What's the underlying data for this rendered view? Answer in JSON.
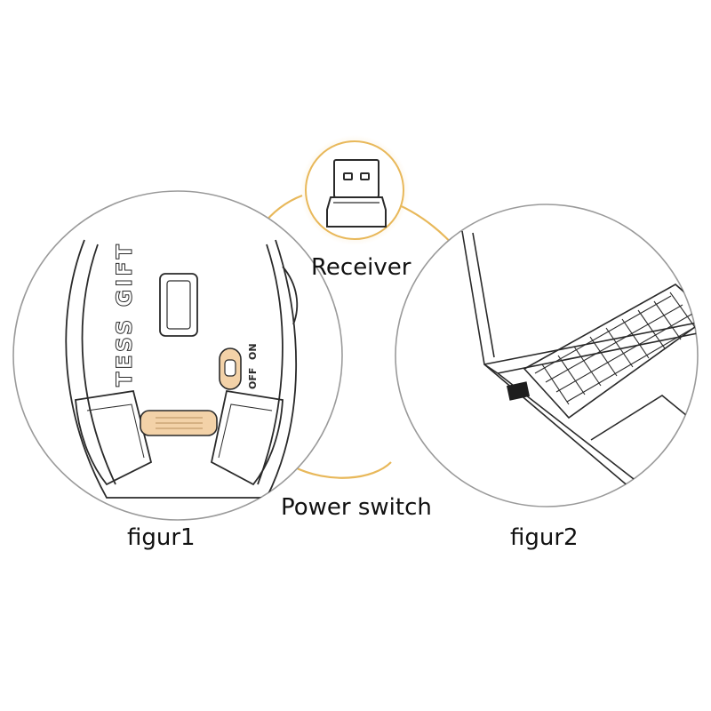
{
  "labels": {
    "receiver": "Receiver",
    "power_switch": "Power switch",
    "figure1": "figur1",
    "figure2": "figur2"
  },
  "mouse": {
    "brand": "TESS GIFT",
    "switch_off": "OFF",
    "switch_on": "ON"
  },
  "colors": {
    "accent": "#E8B85A",
    "line": "#2A2A2A",
    "circle": "#9A9A9A",
    "highlight": "#F3D2A8"
  }
}
